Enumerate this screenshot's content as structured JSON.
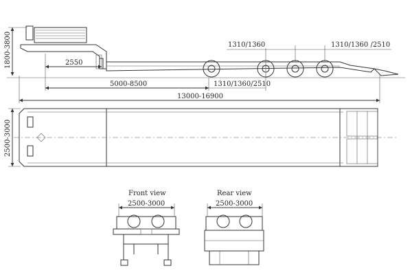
{
  "side_view": {
    "height_dim": "1800-3800",
    "gooseneck_dim": "2550",
    "deck_dim": "5000-8500",
    "axle_first_dim": "1310/1360/2510",
    "overall_length_dim": "13000-16900",
    "axle_spacing_dim": "1310/1360",
    "axle_rear_dim": "1310/1360 /2510"
  },
  "top_view": {
    "width_dim": "2500-3000"
  },
  "front_view": {
    "title": "Front view",
    "width_dim": "2500-3000"
  },
  "rear_view": {
    "title": "Rear view",
    "width_dim": "2500-3000"
  }
}
